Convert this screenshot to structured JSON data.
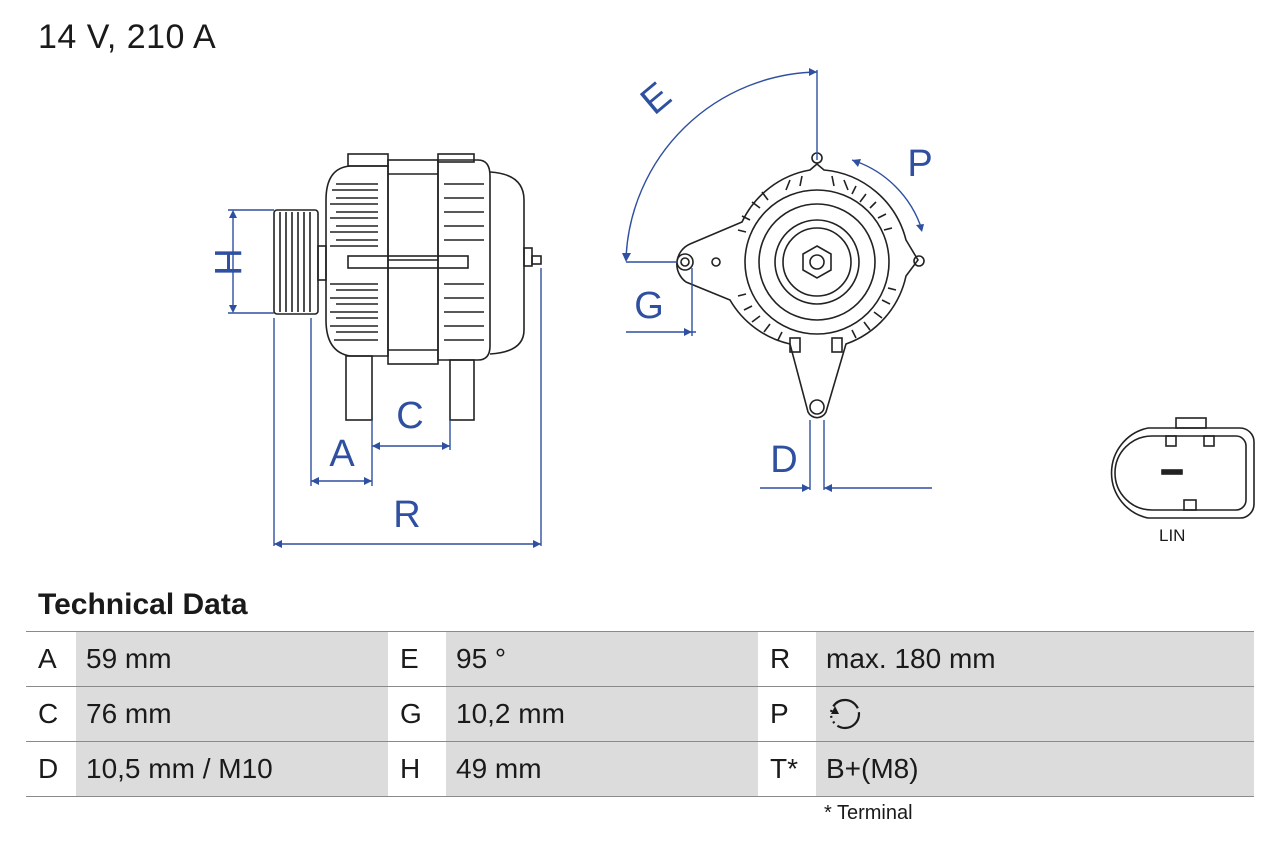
{
  "header": {
    "title": "14 V, 210 A"
  },
  "diagram": {
    "dimension_labels": [
      "H",
      "A",
      "C",
      "R",
      "E",
      "P",
      "G",
      "D"
    ],
    "connector_label": "LIN",
    "line_color": "#222222",
    "dimension_color": "#2f4fa0"
  },
  "technical_data": {
    "title": "Technical Data",
    "rows": [
      [
        {
          "key": "A",
          "value": "59 mm"
        },
        {
          "key": "E",
          "value": "95 °"
        },
        {
          "key": "R",
          "value": "max. 180 mm"
        }
      ],
      [
        {
          "key": "C",
          "value": "76 mm"
        },
        {
          "key": "G",
          "value": "10,2 mm"
        },
        {
          "key": "P",
          "value": "",
          "icon": "clockwise-rotation-icon"
        }
      ],
      [
        {
          "key": "D",
          "value": "10,5 mm / M10"
        },
        {
          "key": "H",
          "value": "49 mm"
        },
        {
          "key": "T*",
          "value": "B+(M8)"
        }
      ]
    ],
    "footnote": "* Terminal"
  }
}
